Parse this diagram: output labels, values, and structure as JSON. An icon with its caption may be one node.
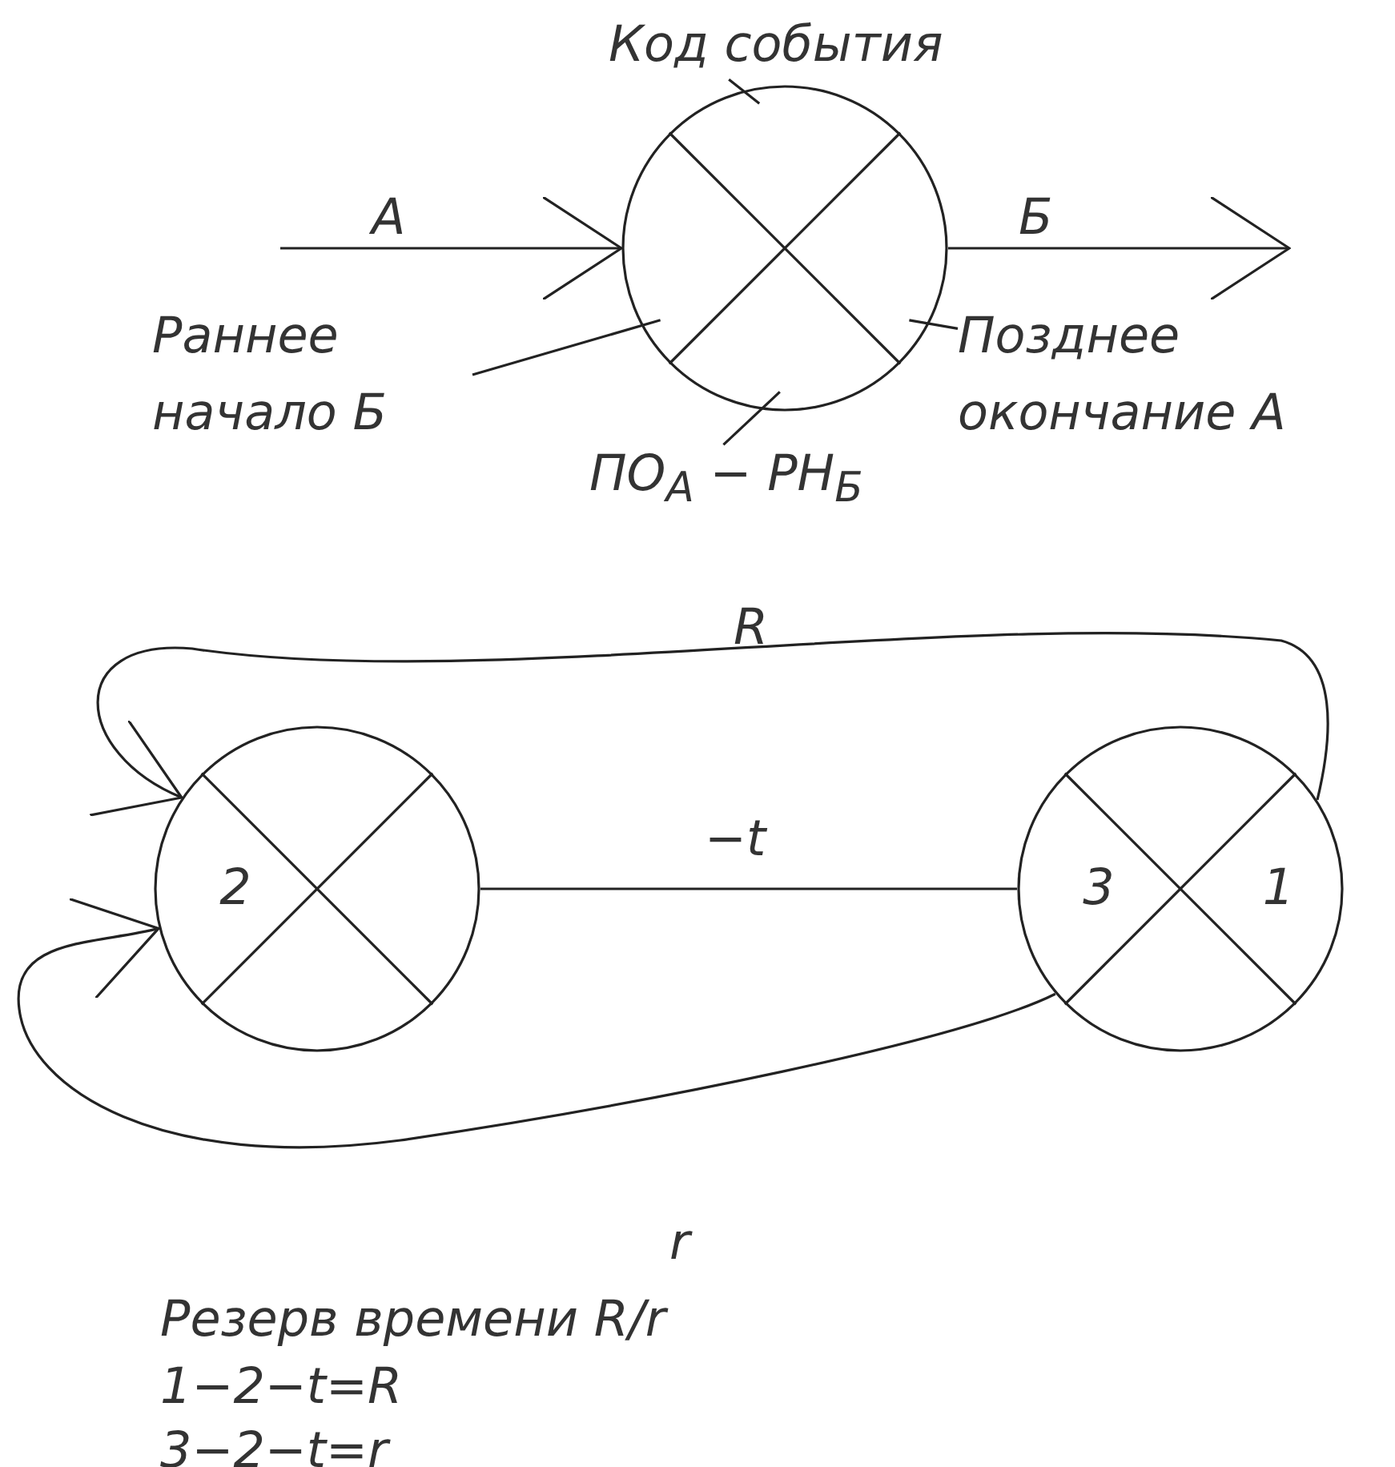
{
  "diagram": {
    "nodes": [
      {
        "text": [
          "Код события"
        ]
      },
      {
        "text": [],
        "shape": "circle"
      },
      {
        "text": [
          "Раннее начало Б"
        ]
      },
      {
        "text": [
          "Позднее окончание А"
        ]
      },
      {
        "text": [
          "ПО$_{А}$ − РН$_{Б}$"
        ]
      },
      {
        "text": [
          "2"
        ]
      },
      {
        "text": [
          "3",
          "1"
        ]
      }
    ],
    "edges": [
      {
        "from": 0,
        "to": 1,
        "arrow": "none"
      },
      {
        "from": null,
        "to": 1,
        "arrow": "to",
        "label": "А"
      },
      {
        "from": 2,
        "to": 1,
        "arrow": "none"
      },
      {
        "from": 1,
        "to": null,
        "arrow": "to",
        "label": "Б"
      },
      {
        "from": 3,
        "to": 1,
        "arrow": "none"
      },
      {
        "from": 4,
        "to": 1,
        "arrow": "none"
      },
      {
        "from": 6,
        "to": 5,
        "arrow": "to",
        "label": "R"
      },
      {
        "from": 5,
        "to": 6,
        "arrow": "none",
        "label": "−t"
      },
      {
        "from": 6,
        "to": 5,
        "arrow": "to",
        "label": "r"
      }
    ],
    "labels": [
      "Резерв времени R/r",
      "1−2−t=R",
      "3−2−t=r"
    ]
  }
}
